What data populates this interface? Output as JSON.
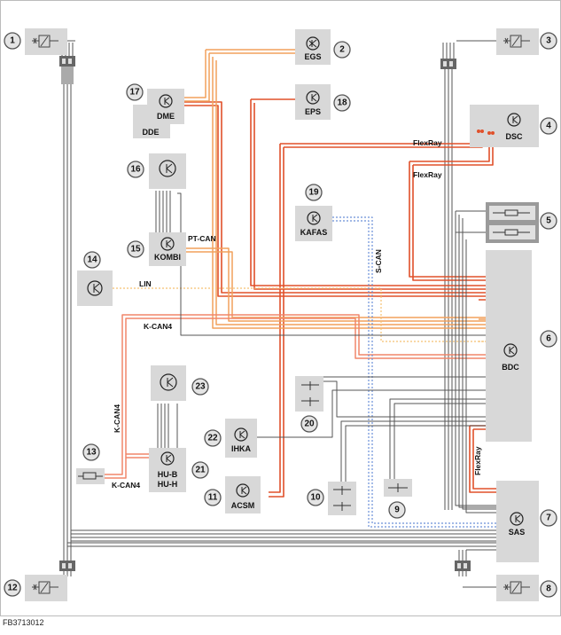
{
  "figure_id": "FB3713012",
  "components": [
    {
      "number": "1"
    },
    {
      "number": "2",
      "label": "EGS"
    },
    {
      "number": "3"
    },
    {
      "number": "4",
      "label": "DSC"
    },
    {
      "number": "5"
    },
    {
      "number": "6",
      "label": "BDC"
    },
    {
      "number": "7",
      "label": "SAS"
    },
    {
      "number": "8"
    },
    {
      "number": "9"
    },
    {
      "number": "10"
    },
    {
      "number": "11",
      "label": "ACSM"
    },
    {
      "number": "12"
    },
    {
      "number": "13"
    },
    {
      "number": "14"
    },
    {
      "number": "15",
      "label": "KOMBI"
    },
    {
      "number": "16"
    },
    {
      "number": "17",
      "label": "DME",
      "label2": "DDE"
    },
    {
      "number": "18",
      "label": "EPS"
    },
    {
      "number": "19",
      "label": "KAFAS"
    },
    {
      "number": "20"
    },
    {
      "number": "21",
      "label": "HU-B",
      "label2": "HU-H"
    },
    {
      "number": "22",
      "label": "IHKA"
    },
    {
      "number": "23"
    }
  ],
  "bus_labels": {
    "flexray_1": "FlexRay",
    "flexray_2": "FlexRay",
    "flexray_3": "FlexRay",
    "pt_can": "PT-CAN",
    "s_can": "S-CAN",
    "lin": "LIN",
    "k_can4_1": "K-CAN4",
    "k_can4_2": "K-CAN4",
    "k_can4_3": "K-CAN4"
  },
  "colors": {
    "flexray": "#e0502a",
    "pt_can": "#f2a15c",
    "k_can": "#f0866a",
    "lin": "#f5c070",
    "s_can": "#6a8fd8",
    "wire": "#555555",
    "box": "#d8d8d8"
  }
}
